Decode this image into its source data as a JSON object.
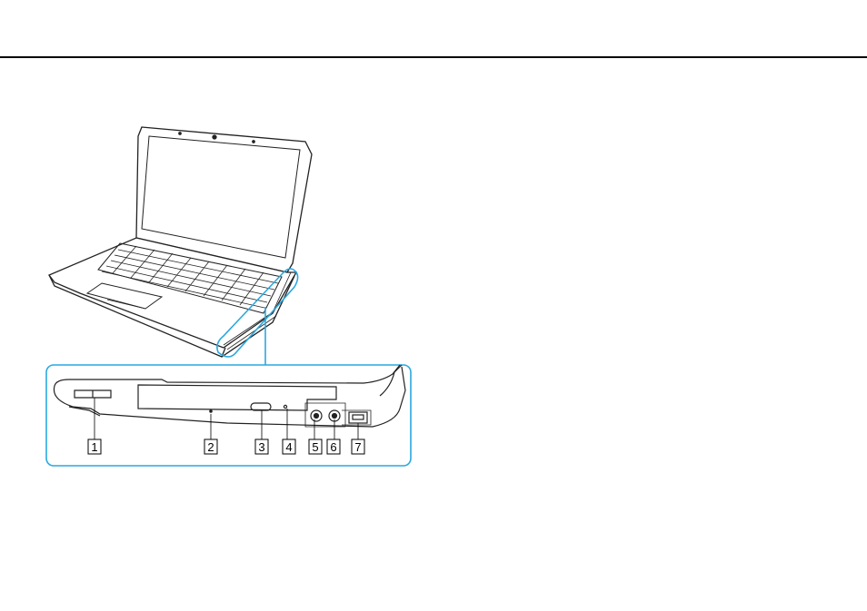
{
  "page": {
    "header_rule": true
  },
  "figure": {
    "subject": "laptop-right-side-view",
    "accent_color": "#29a8e0",
    "callouts": [
      {
        "id": "1",
        "label": "1"
      },
      {
        "id": "2",
        "label": "2"
      },
      {
        "id": "3",
        "label": "3"
      },
      {
        "id": "4",
        "label": "4"
      },
      {
        "id": "5",
        "label": "5"
      },
      {
        "id": "6",
        "label": "6"
      },
      {
        "id": "7",
        "label": "7"
      }
    ]
  }
}
